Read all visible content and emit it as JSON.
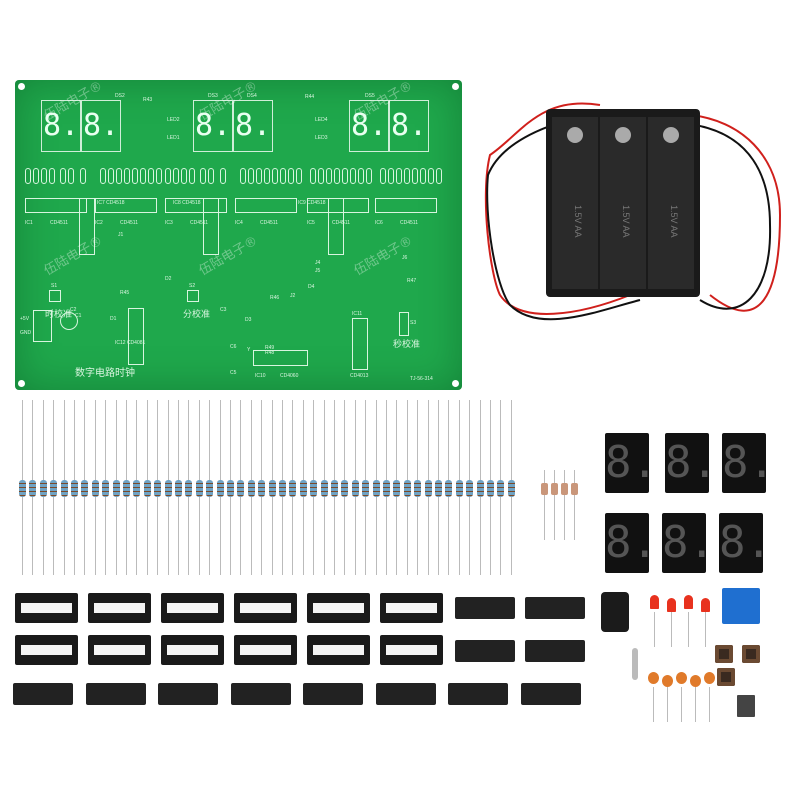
{
  "pcb": {
    "title": "数字电路时钟",
    "version": "TJ-56-314",
    "watermark": "伍陆电子®",
    "displays": [
      "DS2",
      "DS3",
      "DS4",
      "DS5"
    ],
    "digit_glyph": "8.",
    "ic_labels": [
      [
        "IC1",
        "CD4511"
      ],
      [
        "IC2",
        "CD4511"
      ],
      [
        "IC3",
        "CD4511"
      ],
      [
        "IC4",
        "CD4511"
      ],
      [
        "IC5",
        "CD4511"
      ],
      [
        "IC6",
        "CD4511"
      ]
    ],
    "ic7": "IC7 CD4518",
    "ic8": "IC8 CD4518",
    "ic9": "IC9 CD4518",
    "ic10": "IC10",
    "ic10_part": "CD4060",
    "ic11": "IC11",
    "ic11_part": "CD4013",
    "ic12": "IC12 CD4081",
    "btn_hour": "时校准",
    "btn_min": "分校准",
    "btn_sec": "秒校准",
    "s1": "S1",
    "s2": "S2",
    "s3": "S3",
    "power_plus": "+5V",
    "power_gnd": "GND",
    "misc": [
      "R43",
      "R44",
      "LED1",
      "LED2",
      "LED3",
      "LED4",
      "J1",
      "J2",
      "J4",
      "J5",
      "J6",
      "R45",
      "R46",
      "R47",
      "R48",
      "R49",
      "D1",
      "D2",
      "D3",
      "D4",
      "C1",
      "C2",
      "C3",
      "C5",
      "C6",
      "Y"
    ]
  },
  "battery": {
    "cell_label": "1.5V AA",
    "cells": 3
  },
  "parts": {
    "resistors": 48,
    "diodes": 4,
    "seven_segment": 6,
    "sockets": 12,
    "ics": 12,
    "leds": 4,
    "ceramic_caps": 5,
    "buttons": 3,
    "colors": {
      "pcb": "#1fa84c",
      "led": "#e8321e",
      "terminal": "#1f6fd0",
      "cap": "#e07a2a"
    }
  }
}
